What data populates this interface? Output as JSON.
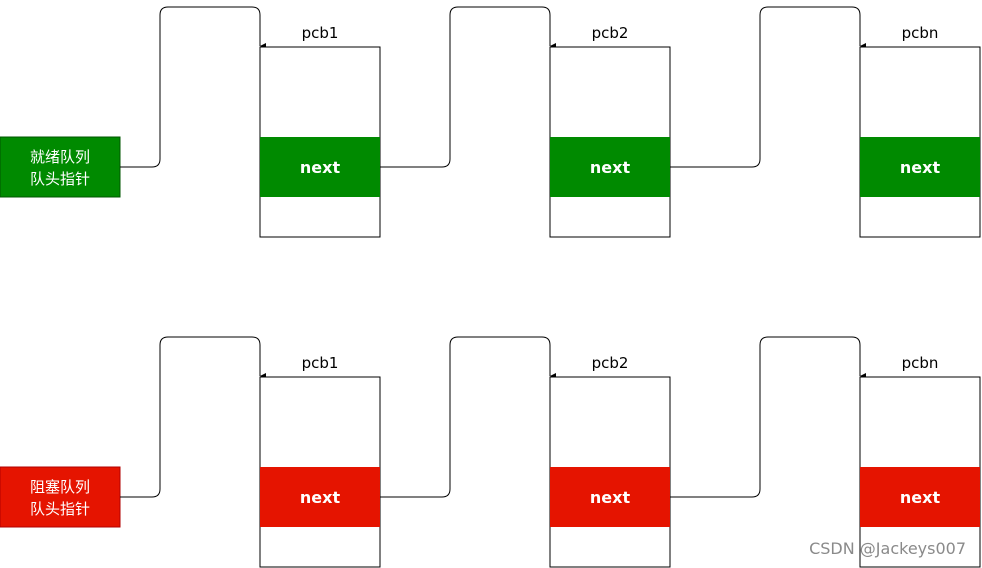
{
  "queues": [
    {
      "head_label_lines": [
        "就绪队列",
        "队头指针"
      ],
      "color": "#008a00",
      "nodes": [
        {
          "label": "pcb1",
          "field": "next"
        },
        {
          "label": "pcb2",
          "field": "next"
        },
        {
          "label": "pcbn",
          "field": "next"
        }
      ]
    },
    {
      "head_label_lines": [
        "阻塞队列",
        "队头指针"
      ],
      "color": "#e51400",
      "nodes": [
        {
          "label": "pcb1",
          "field": "next"
        },
        {
          "label": "pcb2",
          "field": "next"
        },
        {
          "label": "pcbn",
          "field": "next"
        }
      ]
    }
  ],
  "watermark": "CSDN @Jackeys007"
}
